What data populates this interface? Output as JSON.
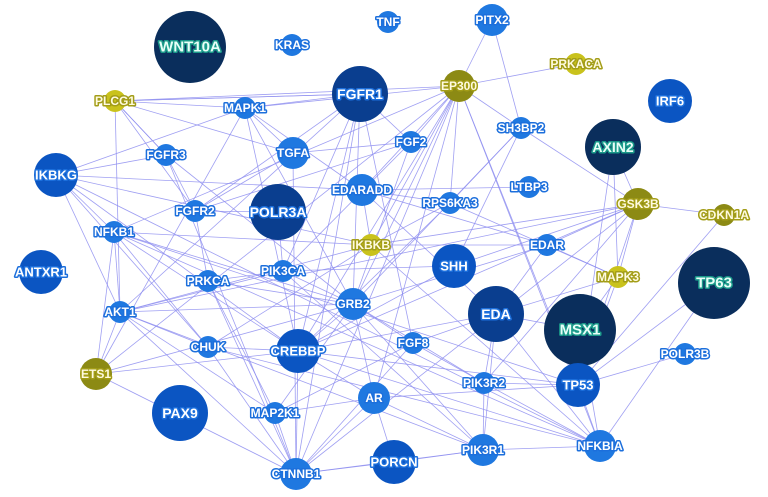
{
  "palette": {
    "blue_light": "#1f78e0",
    "blue_mid": "#0b55c2",
    "blue_dark": "#0a3e8f",
    "navy": "#0a2e5c",
    "olive": "#8c8a14",
    "olive_light": "#c9c21c",
    "edge": "#8e8ef0",
    "text_on_blue": "#ffffff",
    "text_halo_blue": "#1c6fdc",
    "text_on_navy": "#e8fff8",
    "text_halo_navy": "#1a9a8a"
  },
  "nodes": [
    {
      "id": "WNT10A",
      "label": "WNT10A",
      "size": "xl",
      "color": "navy"
    },
    {
      "id": "KRAS",
      "label": "KRAS",
      "size": "xs",
      "color": "blue_light"
    },
    {
      "id": "TNF",
      "label": "TNF",
      "size": "xs",
      "color": "blue_light"
    },
    {
      "id": "PITX2",
      "label": "PITX2",
      "size": "sm",
      "color": "blue_light"
    },
    {
      "id": "PRKACA",
      "label": "PRKACA",
      "size": "xs",
      "color": "olive_light"
    },
    {
      "id": "PLCG1",
      "label": "PLCG1",
      "size": "xs",
      "color": "olive_light"
    },
    {
      "id": "MAPK1",
      "label": "MAPK1",
      "size": "xs",
      "color": "blue_light"
    },
    {
      "id": "FGFR1",
      "label": "FGFR1",
      "size": "lg",
      "color": "blue_dark"
    },
    {
      "id": "EP300",
      "label": "EP300",
      "size": "sm",
      "color": "olive"
    },
    {
      "id": "IRF6",
      "label": "IRF6",
      "size": "md",
      "color": "blue_mid"
    },
    {
      "id": "SH3BP2",
      "label": "SH3BP2",
      "size": "xs",
      "color": "blue_light"
    },
    {
      "id": "AXIN2",
      "label": "AXIN2",
      "size": "lg",
      "color": "navy"
    },
    {
      "id": "FGFR3",
      "label": "FGFR3",
      "size": "xs",
      "color": "blue_light"
    },
    {
      "id": "TGFA",
      "label": "TGFA",
      "size": "sm",
      "color": "blue_light"
    },
    {
      "id": "FGF2",
      "label": "FGF2",
      "size": "xs",
      "color": "blue_light"
    },
    {
      "id": "IKBKG",
      "label": "IKBKG",
      "size": "md",
      "color": "blue_mid"
    },
    {
      "id": "EDARADD",
      "label": "EDARADD",
      "size": "sm",
      "color": "blue_light"
    },
    {
      "id": "LTBP3",
      "label": "LTBP3",
      "size": "xs",
      "color": "blue_light"
    },
    {
      "id": "GSK3B",
      "label": "GSK3B",
      "size": "sm",
      "color": "olive"
    },
    {
      "id": "CDKN1A",
      "label": "CDKN1A",
      "size": "xs",
      "color": "olive"
    },
    {
      "id": "FGFR2",
      "label": "FGFR2",
      "size": "xs",
      "color": "blue_light"
    },
    {
      "id": "POLR3A",
      "label": "POLR3A",
      "size": "lg",
      "color": "blue_dark"
    },
    {
      "id": "RPS6KA3",
      "label": "RPS6KA3",
      "size": "xs",
      "color": "blue_light"
    },
    {
      "id": "NFKB1",
      "label": "NFKB1",
      "size": "xs",
      "color": "blue_light"
    },
    {
      "id": "IKBKB",
      "label": "IKBKB",
      "size": "xs",
      "color": "olive_light"
    },
    {
      "id": "EDAR",
      "label": "EDAR",
      "size": "xs",
      "color": "blue_light"
    },
    {
      "id": "ANTXR1",
      "label": "ANTXR1",
      "size": "md",
      "color": "blue_mid"
    },
    {
      "id": "SHH",
      "label": "SHH",
      "size": "md",
      "color": "blue_mid"
    },
    {
      "id": "PIK3CA",
      "label": "PIK3CA",
      "size": "xs",
      "color": "blue_light"
    },
    {
      "id": "MAPK3",
      "label": "MAPK3",
      "size": "xs",
      "color": "olive_light"
    },
    {
      "id": "TP63",
      "label": "TP63",
      "size": "xl",
      "color": "navy"
    },
    {
      "id": "PRKCA",
      "label": "PRKCA",
      "size": "xs",
      "color": "blue_light"
    },
    {
      "id": "GRB2",
      "label": "GRB2",
      "size": "sm",
      "color": "blue_light"
    },
    {
      "id": "EDA",
      "label": "EDA",
      "size": "lg",
      "color": "blue_dark"
    },
    {
      "id": "MSX1",
      "label": "MSX1",
      "size": "xl",
      "color": "navy"
    },
    {
      "id": "AKT1",
      "label": "AKT1",
      "size": "xs",
      "color": "blue_light"
    },
    {
      "id": "CHUK",
      "label": "CHUK",
      "size": "xs",
      "color": "blue_light"
    },
    {
      "id": "CREBBP",
      "label": "CREBBP",
      "size": "md",
      "color": "blue_mid"
    },
    {
      "id": "FGF8",
      "label": "FGF8",
      "size": "xs",
      "color": "blue_light"
    },
    {
      "id": "POLR3B",
      "label": "POLR3B",
      "size": "xs",
      "color": "blue_light"
    },
    {
      "id": "ETS1",
      "label": "ETS1",
      "size": "sm",
      "color": "olive"
    },
    {
      "id": "PIK3R2",
      "label": "PIK3R2",
      "size": "xs",
      "color": "blue_light"
    },
    {
      "id": "TP53",
      "label": "TP53",
      "size": "md",
      "color": "blue_mid"
    },
    {
      "id": "PAX9",
      "label": "PAX9",
      "size": "lg",
      "color": "blue_mid"
    },
    {
      "id": "MAP2K1",
      "label": "MAP2K1",
      "size": "xs",
      "color": "blue_light"
    },
    {
      "id": "AR",
      "label": "AR",
      "size": "sm",
      "color": "blue_light"
    },
    {
      "id": "NFKBIA",
      "label": "NFKBIA",
      "size": "sm",
      "color": "blue_light"
    },
    {
      "id": "PIK3R1",
      "label": "PIK3R1",
      "size": "sm",
      "color": "blue_light"
    },
    {
      "id": "PORCN",
      "label": "PORCN",
      "size": "md",
      "color": "blue_mid"
    },
    {
      "id": "CTNNB1",
      "label": "CTNNB1",
      "size": "sm",
      "color": "blue_light"
    }
  ],
  "edges": [
    [
      "PLCG1",
      "MAPK1"
    ],
    [
      "PLCG1",
      "EP300"
    ],
    [
      "PLCG1",
      "FGFR1"
    ],
    [
      "PLCG1",
      "FGFR3"
    ],
    [
      "PLCG1",
      "TGFA"
    ],
    [
      "PLCG1",
      "FGFR2"
    ],
    [
      "PLCG1",
      "AKT1"
    ],
    [
      "MAPK1",
      "EP300"
    ],
    [
      "MAPK1",
      "TGFA"
    ],
    [
      "MAPK1",
      "FGFR1"
    ],
    [
      "MAPK1",
      "EDARADD"
    ],
    [
      "MAPK1",
      "CREBBP"
    ],
    [
      "MAPK1",
      "GRB2"
    ],
    [
      "MAPK1",
      "ETS1"
    ],
    [
      "MAPK1",
      "IKBKG"
    ],
    [
      "FGFR1",
      "FGF2"
    ],
    [
      "FGFR1",
      "GRB2"
    ],
    [
      "FGFR1",
      "CREBBP"
    ],
    [
      "FGFR1",
      "PLCG1"
    ],
    [
      "FGFR1",
      "FGFR2"
    ],
    [
      "FGFR1",
      "CTNNB1"
    ],
    [
      "FGFR1",
      "FGF8"
    ],
    [
      "FGFR1",
      "PIK3CA"
    ],
    [
      "FGFR1",
      "AKT1"
    ],
    [
      "EP300",
      "PRKACA"
    ],
    [
      "EP300",
      "CREBBP"
    ],
    [
      "EP300",
      "SH3BP2"
    ],
    [
      "EP300",
      "FGF2"
    ],
    [
      "EP300",
      "RPS6KA3"
    ],
    [
      "EP300",
      "GRB2"
    ],
    [
      "EP300",
      "CTNNB1"
    ],
    [
      "EP300",
      "TP53"
    ],
    [
      "EP300",
      "AR"
    ],
    [
      "EP300",
      "NFKBIA"
    ],
    [
      "EP300",
      "ETS1"
    ],
    [
      "EP300",
      "IKBKB"
    ],
    [
      "EP300",
      "EDARADD"
    ],
    [
      "PITX2",
      "EP300"
    ],
    [
      "PITX2",
      "SH3BP2"
    ],
    [
      "IKBKG",
      "FGFR3"
    ],
    [
      "IKBKG",
      "NFKB1"
    ],
    [
      "IKBKG",
      "AKT1"
    ],
    [
      "IKBKG",
      "CHUK"
    ],
    [
      "IKBKG",
      "IKBKB"
    ],
    [
      "IKBKG",
      "EDARADD"
    ],
    [
      "IKBKG",
      "CREBBP"
    ],
    [
      "IKBKG",
      "NFKBIA"
    ],
    [
      "FGFR3",
      "FGFR2"
    ],
    [
      "FGFR3",
      "GRB2"
    ],
    [
      "FGFR3",
      "CTNNB1"
    ],
    [
      "FGFR3",
      "PLCG1"
    ],
    [
      "NFKB1",
      "AKT1"
    ],
    [
      "NFKB1",
      "CHUK"
    ],
    [
      "NFKB1",
      "IKBKB"
    ],
    [
      "NFKB1",
      "CREBBP"
    ],
    [
      "NFKB1",
      "NFKBIA"
    ],
    [
      "NFKB1",
      "ETS1"
    ],
    [
      "NFKB1",
      "TP53"
    ],
    [
      "NFKB1",
      "GRB2"
    ],
    [
      "NFKB1",
      "EP300"
    ],
    [
      "AKT1",
      "GSK3B"
    ],
    [
      "AKT1",
      "CHUK"
    ],
    [
      "AKT1",
      "IKBKB"
    ],
    [
      "AKT1",
      "PIK3CA"
    ],
    [
      "AKT1",
      "CTNNB1"
    ],
    [
      "AKT1",
      "GRB2"
    ],
    [
      "AKT1",
      "ETS1"
    ],
    [
      "AKT1",
      "PIK3R1"
    ],
    [
      "AKT1",
      "MAP2K1"
    ],
    [
      "CHUK",
      "IKBKB"
    ],
    [
      "CHUK",
      "CREBBP"
    ],
    [
      "CHUK",
      "NFKBIA"
    ],
    [
      "CHUK",
      "CTNNB1"
    ],
    [
      "CREBBP",
      "CTNNB1"
    ],
    [
      "CREBBP",
      "TP53"
    ],
    [
      "CREBBP",
      "GRB2"
    ],
    [
      "CREBBP",
      "AR"
    ],
    [
      "CREBBP",
      "NFKBIA"
    ],
    [
      "CREBBP",
      "EDA"
    ],
    [
      "CREBBP",
      "GSK3B"
    ],
    [
      "CREBBP",
      "ETS1"
    ],
    [
      "CREBBP",
      "RPS6KA3"
    ],
    [
      "GRB2",
      "FGF8"
    ],
    [
      "GRB2",
      "PIK3R1"
    ],
    [
      "GRB2",
      "PIK3R2"
    ],
    [
      "GRB2",
      "EDAR"
    ],
    [
      "GRB2",
      "SH3BP2"
    ],
    [
      "GRB2",
      "PIK3CA"
    ],
    [
      "GRB2",
      "MAP2K1"
    ],
    [
      "GRB2",
      "FGF2"
    ],
    [
      "GRB2",
      "AR"
    ],
    [
      "IKBKB",
      "EDAR"
    ],
    [
      "IKBKB",
      "NFKBIA"
    ],
    [
      "IKBKB",
      "GSK3B"
    ],
    [
      "IKBKB",
      "EDARADD"
    ],
    [
      "IKBKB",
      "RPS6KA3"
    ],
    [
      "EDARADD",
      "EDAR"
    ],
    [
      "EDARADD",
      "EDA"
    ],
    [
      "EDARADD",
      "RPS6KA3"
    ],
    [
      "EDAR",
      "EDA"
    ],
    [
      "EDAR",
      "GSK3B"
    ],
    [
      "EDAR",
      "MAPK3"
    ],
    [
      "GSK3B",
      "AXIN2"
    ],
    [
      "GSK3B",
      "CTNNB1"
    ],
    [
      "GSK3B",
      "CDKN1A"
    ],
    [
      "GSK3B",
      "TP53"
    ],
    [
      "GSK3B",
      "MAPK3"
    ],
    [
      "GSK3B",
      "SH3BP2"
    ],
    [
      "GSK3B",
      "PIK3R2"
    ],
    [
      "MAPK3",
      "TP53"
    ],
    [
      "MAPK3",
      "RPS6KA3"
    ],
    [
      "MAPK3",
      "MSX1"
    ],
    [
      "TP53",
      "NFKBIA"
    ],
    [
      "TP53",
      "AR"
    ],
    [
      "TP53",
      "PIK3R2"
    ],
    [
      "TP53",
      "CDKN1A"
    ],
    [
      "TP53",
      "TP63"
    ],
    [
      "TP53",
      "MSX1"
    ],
    [
      "TP53",
      "POLR3B"
    ],
    [
      "AR",
      "PIK3R1"
    ],
    [
      "AR",
      "CTNNB1"
    ],
    [
      "AR",
      "MAP2K1"
    ],
    [
      "PIK3R1",
      "PIK3R2"
    ],
    [
      "PIK3R1",
      "NFKBIA"
    ],
    [
      "PIK3R1",
      "CTNNB1"
    ],
    [
      "PIK3R1",
      "EDA"
    ],
    [
      "PIK3R1",
      "PIK3CA"
    ],
    [
      "PIK3R2",
      "NFKBIA"
    ],
    [
      "PIK3R2",
      "EDA"
    ],
    [
      "NFKBIA",
      "EDA"
    ],
    [
      "NFKBIA",
      "MSX1"
    ],
    [
      "NFKBIA",
      "TP63"
    ],
    [
      "CTNNB1",
      "PORCN"
    ],
    [
      "CTNNB1",
      "MAP2K1"
    ],
    [
      "CTNNB1",
      "FGF8"
    ],
    [
      "CTNNB1",
      "TGFA"
    ],
    [
      "CTNNB1",
      "PRKCA"
    ],
    [
      "MAP2K1",
      "PRKCA"
    ],
    [
      "MAP2K1",
      "FGF8"
    ],
    [
      "PRKCA",
      "PIK3CA"
    ],
    [
      "PRKCA",
      "FGFR2"
    ],
    [
      "PRKCA",
      "GRB2"
    ],
    [
      "PIK3CA",
      "FGF2"
    ],
    [
      "PIK3CA",
      "POLR3A"
    ],
    [
      "FGF2",
      "FGFR2"
    ],
    [
      "FGF2",
      "TGFA"
    ],
    [
      "FGFR2",
      "POLR3A"
    ],
    [
      "FGFR2",
      "TGFA"
    ],
    [
      "FGF8",
      "PIK3R2"
    ],
    [
      "FGF8",
      "EDA"
    ],
    [
      "SH3BP2",
      "RPS6KA3"
    ],
    [
      "SH3BP2",
      "SHH"
    ],
    [
      "LTBP3",
      "EDARADD"
    ],
    [
      "SHH",
      "PIK3CA"
    ],
    [
      "SHH",
      "CREBBP"
    ],
    [
      "SHH",
      "GSK3B"
    ],
    [
      "ETS1",
      "CTNNB1"
    ],
    [
      "ETS1",
      "GRB2"
    ],
    [
      "EDA",
      "MSX1"
    ],
    [
      "EDA",
      "MAPK3"
    ],
    [
      "AXIN2",
      "MAPK3"
    ],
    [
      "AXIN2",
      "TP53"
    ],
    [
      "PORCN",
      "PIK3R1"
    ],
    [
      "PORCN",
      "AR"
    ]
  ]
}
